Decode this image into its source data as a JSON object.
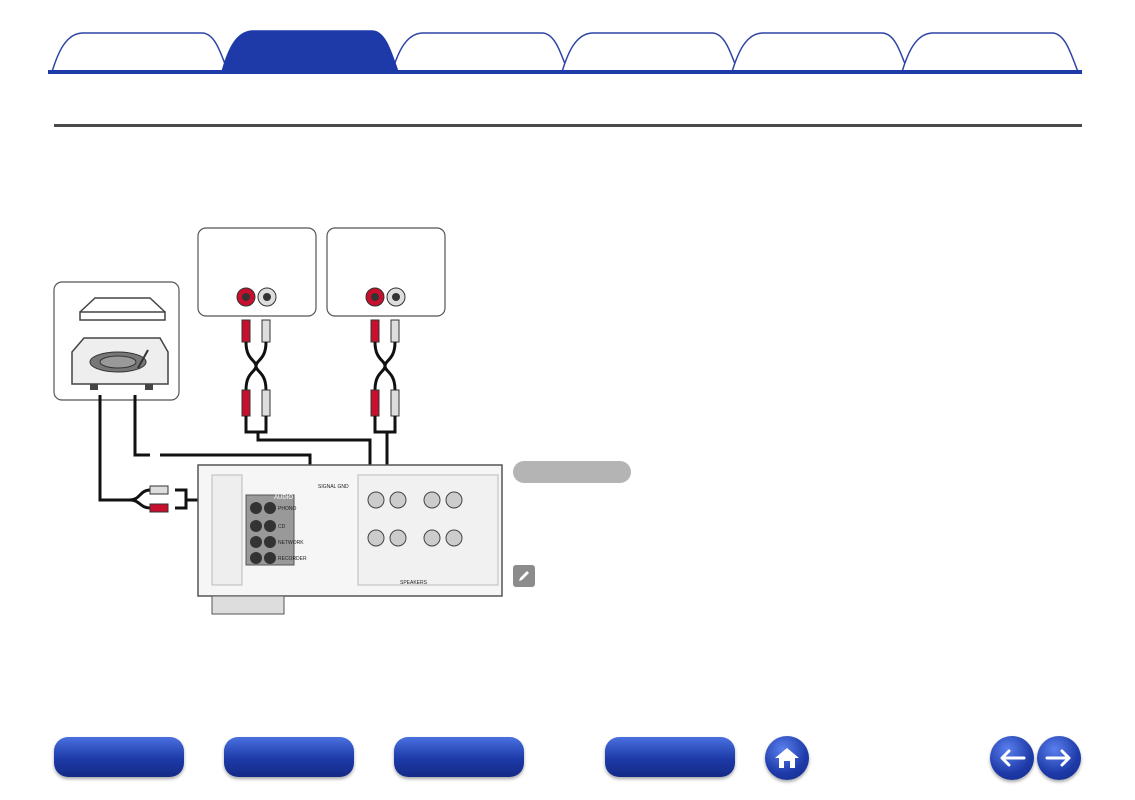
{
  "tabs": [
    {
      "label": ""
    },
    {
      "label": ""
    },
    {
      "label": ""
    },
    {
      "label": ""
    },
    {
      "label": ""
    },
    {
      "label": ""
    }
  ],
  "active_tab_index": 1,
  "diagram": {
    "labels": {
      "audio_in": "AUDIO",
      "phono": "PHONO",
      "cd": "CD",
      "network": "NETWORK",
      "recorder": "RECORDER",
      "signal_gnd": "SIGNAL GND",
      "speakers": "SPEAKERS"
    }
  },
  "bottom_nav": [
    {
      "label": ""
    },
    {
      "label": ""
    },
    {
      "label": ""
    },
    {
      "label": ""
    }
  ],
  "icons": {
    "home": "home-icon",
    "back": "arrow-left-icon",
    "forward": "arrow-right-icon",
    "note": "pencil-icon"
  },
  "colors": {
    "tab_active": "#1d3aa8",
    "tab_inactive": "#ffffff",
    "tab_border": "#2e44a6",
    "button": "#1d3aa8"
  }
}
